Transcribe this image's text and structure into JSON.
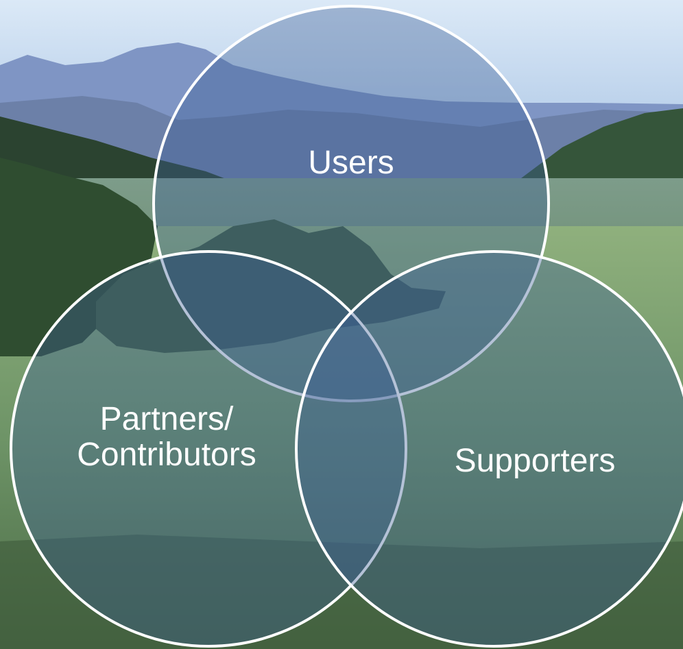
{
  "diagram": {
    "type": "venn",
    "circles": [
      {
        "id": "users",
        "label_lines": [
          "Users"
        ]
      },
      {
        "id": "partners",
        "label_lines": [
          "Partners/",
          "Contributors"
        ]
      },
      {
        "id": "supporters",
        "label_lines": [
          "Supporters"
        ]
      }
    ],
    "circle_fill": "#3c5f96",
    "circle_stroke": "#ffffff",
    "label_color": "#ffffff"
  },
  "background": {
    "description_icon": "landscape-photo",
    "sky_color": "#a9c6e6",
    "mountain_color": "#6a85b6",
    "forest_color": "#2f4a2a",
    "meadow_color": "#6b8f6a"
  }
}
